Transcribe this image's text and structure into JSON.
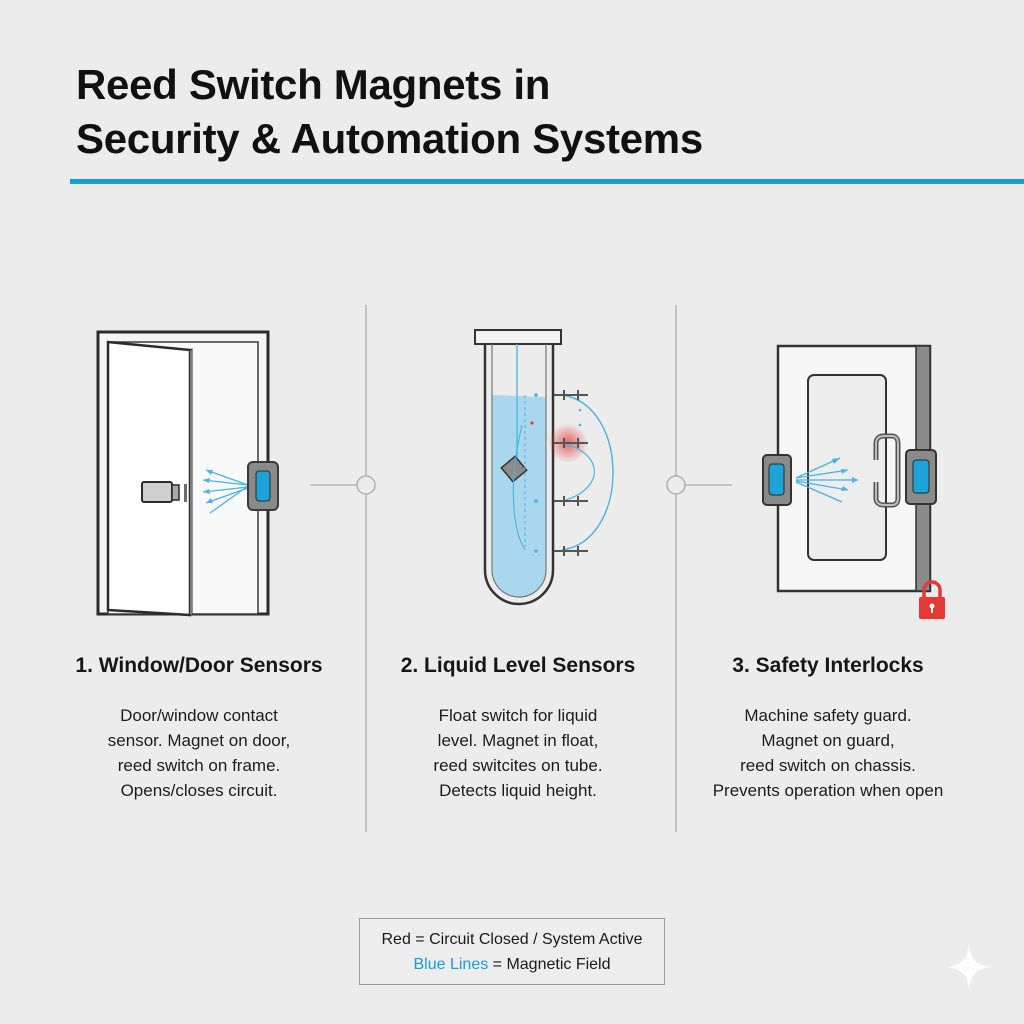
{
  "title": {
    "line1": "Reed Switch Magnets in",
    "line2": "Security & Automation Systems"
  },
  "colors": {
    "accent": "#1a9ed1",
    "sensor_blue": "#1ea3d8",
    "field_lines": "#4ab3e0",
    "circuit_red": "#e53935",
    "liquid": "#a9d8ee",
    "lock_red": "#e53935"
  },
  "sections": [
    {
      "title": "1. Window/Door Sensors",
      "desc": [
        "Door/window contact",
        "sensor. Magnet on door,",
        "reed switch on frame.",
        "Opens/closes circuit."
      ],
      "icon": "door-sensor-icon"
    },
    {
      "title": "2. Liquid Level Sensors",
      "desc": [
        "Float switch for liquid",
        "level. Magnet in float,",
        "reed switcites on tube.",
        "Detects liquid height."
      ],
      "icon": "float-tube-icon"
    },
    {
      "title": "3. Safety Interlocks",
      "desc": [
        "Machine safety guard.",
        "Magnet on guard,",
        "reed switch on chassis.",
        "Prevents operation when open"
      ],
      "icon": "machine-guard-icon"
    }
  ],
  "legend": {
    "line1": "Red = Circuit Closed / System Active",
    "line2_highlight": "Blue Lines",
    "line2_rest": " = Magnetic Field"
  }
}
